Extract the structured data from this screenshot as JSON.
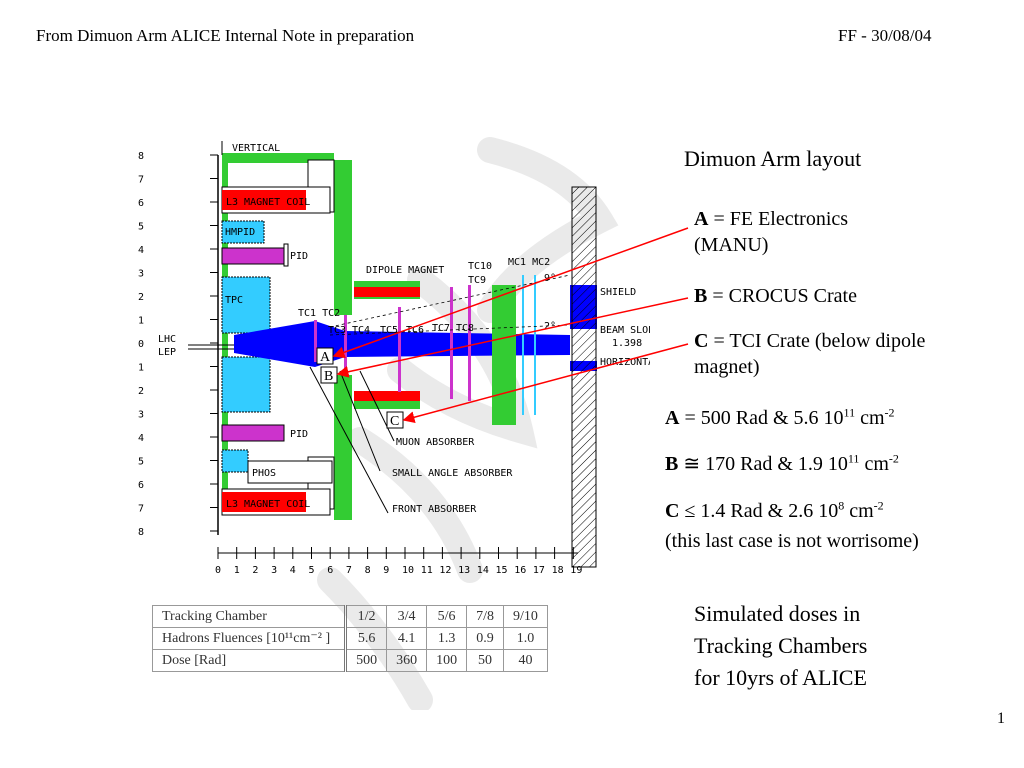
{
  "header": {
    "left": "From Dimuon Arm ALICE Internal Note in preparation",
    "right": "FF - 30/08/04"
  },
  "title": "Dimuon Arm layout",
  "legend": {
    "a_key": "A",
    "a_text": "= FE Electronics (MANU)",
    "b_key": "B",
    "b_text": "= CROCUS Crate",
    "c_key": "C",
    "c_text": "= TCI Crate (below dipole magnet)"
  },
  "doses": {
    "a_key": "A",
    "a_pre": "= 500 Rad & 5.6 10",
    "a_exp": "11",
    "a_unit": " cm",
    "a_unit_exp": "-2",
    "b_key": "B",
    "b_pre": "≅ 170 Rad & 1.9 10",
    "b_exp": "11",
    "b_unit": " cm",
    "b_unit_exp": "-2",
    "c_key": "C",
    "c_pre": "≤ 1.4 Rad &  2.6 10",
    "c_exp": "8",
    "c_unit": " cm",
    "c_unit_exp": "-2",
    "c_note": "(this last case is not worrisome)"
  },
  "caption": {
    "line1": "Simulated doses in",
    "line2": "Tracking Chambers",
    "line3": "for 10yrs of ALICE"
  },
  "page_number": "1",
  "diagram": {
    "labels": {
      "vertical": "VERTICAL",
      "l3_top": "L3 MAGNET COIL",
      "hmpid": "HMPID",
      "pid_top": "PID",
      "tpc": "TPC",
      "lhc": "LHC",
      "lep": "LEP",
      "pid_bottom": "PID",
      "phos": "PHOS",
      "l3_bottom": "L3 MAGNET COIL",
      "dipole": "DIPOLE MAGNET",
      "tc1tc2": "TC1 TC2",
      "tc3": "TC3",
      "tc4": "TC4",
      "tc5": "TC5",
      "tc6": "TC6",
      "tc7": "TC7",
      "tc8": "TC8",
      "tc10": "TC10",
      "tc9": "TC9",
      "mc1mc2": "MC1 MC2",
      "shield": "SHIELD",
      "beam_slope": "BEAM SLOPE",
      "slope_val": "1.398",
      "horizontal": "HORIZONTAL",
      "muon_abs": "MUON ABSORBER",
      "small_angle": "SMALL ANGLE ABSORBER",
      "front_abs": "FRONT ABSORBER",
      "deg9": "9°",
      "deg2": "2°",
      "box_a": "A",
      "box_b": "B",
      "box_c": "C"
    },
    "y_ticks": [
      "8",
      "7",
      "6",
      "5",
      "4",
      "3",
      "2",
      "1",
      "0",
      "1",
      "2",
      "3",
      "4",
      "5",
      "6",
      "7",
      "8"
    ],
    "x_ticks": [
      "0",
      "1",
      "2",
      "3",
      "4",
      "5",
      "6",
      "7",
      "8",
      "9",
      "10",
      "11",
      "12",
      "13",
      "14",
      "15",
      "16",
      "17",
      "18",
      "19"
    ]
  },
  "table": {
    "rows": [
      [
        "Tracking Chamber",
        "1/2",
        "3/4",
        "5/6",
        "7/8",
        "9/10"
      ],
      [
        "Hadrons Fluences [10¹¹cm⁻² ]",
        "5.6",
        "4.1",
        "1.3",
        "0.9",
        "1.0"
      ],
      [
        "Dose [Rad]",
        "500",
        "360",
        "100",
        "50",
        "40"
      ]
    ]
  },
  "colors": {
    "green": "#33cc33",
    "blue": "#0000ff",
    "red": "#ff0000",
    "magenta": "#cc33cc",
    "cyan": "#33ccff",
    "arrow": "#ff0000"
  }
}
